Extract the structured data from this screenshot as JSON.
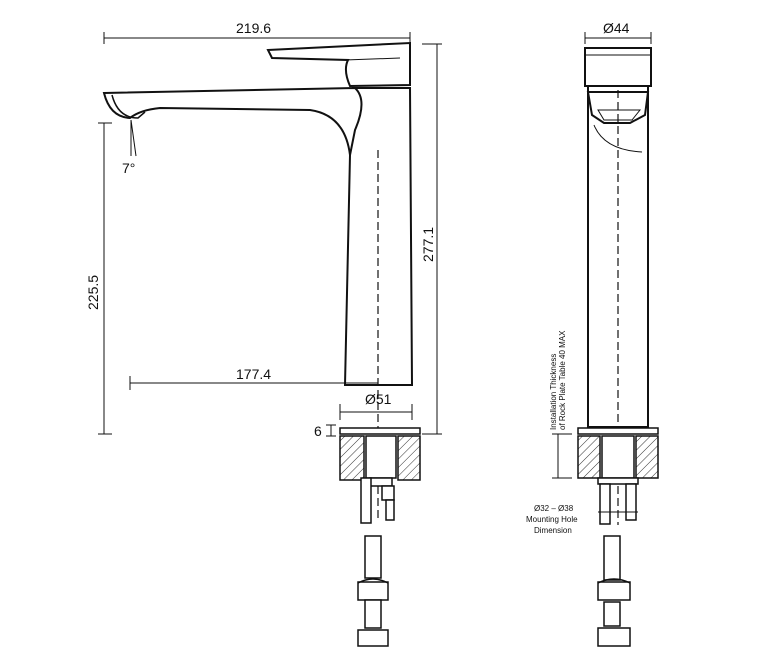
{
  "dimensions": {
    "overall_width": "219.6",
    "total_height": "277.1",
    "spout_height": "225.5",
    "spout_reach": "177.4",
    "base_diameter": "Ø51",
    "top_diameter": "Ø44",
    "base_plate_thickness": "6",
    "spout_angle": "7°"
  },
  "notes": {
    "installation_line1": "Installation Thickness",
    "installation_line2": "of Rock Plate Table 40 MAX",
    "hole_line1": "Ø32 – Ø38",
    "hole_line2": "Mounting Hole",
    "hole_line3": "Dimension"
  },
  "colors": {
    "line": "#111111",
    "hatch": "#333333"
  }
}
